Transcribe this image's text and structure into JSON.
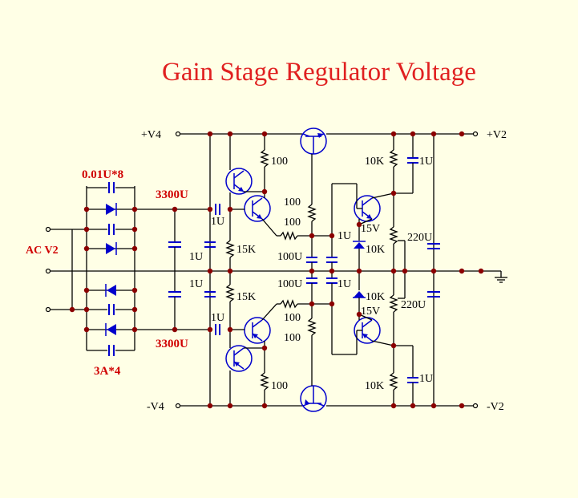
{
  "diagram": {
    "title": "Gain Stage Regulator Voltage",
    "labels": {
      "v4_pos": "+V4",
      "v4_neg": "-V4",
      "v2_pos": "+V2",
      "v2_neg": "-V2",
      "ac_input": "AC V2",
      "snubber_caps": "0.01U*8",
      "bridge_diodes": "3A*4",
      "filter_cap_top": "3300U",
      "filter_cap_bottom": "3300U",
      "r_100_top": "100",
      "r_100_bottom": "100",
      "r_100_mid_a": "100",
      "r_100_mid_b": "100",
      "r_100_mid_c": "100",
      "r_100_mid_d": "100",
      "r_15k_top": "15K",
      "r_15k_bottom": "15K",
      "r_10k_top": "10K",
      "r_10k_mid_top": "10K",
      "r_10k_mid_bottom": "10K",
      "r_10k_bottom": "10K",
      "cap_1u_a": "1U",
      "cap_1u_b": "1U",
      "cap_1u_c": "1U",
      "cap_1u_d": "1U",
      "cap_1u_e": "1U",
      "cap_1u_f": "1U",
      "cap_1u_g": "1U",
      "cap_1u_h": "1U",
      "cap_100u_top": "100U",
      "cap_100u_bottom": "100U",
      "zener_top": "15V",
      "zener_bottom": "15V",
      "cap_220u_top": "220U",
      "cap_220u_bottom": "220U"
    }
  }
}
